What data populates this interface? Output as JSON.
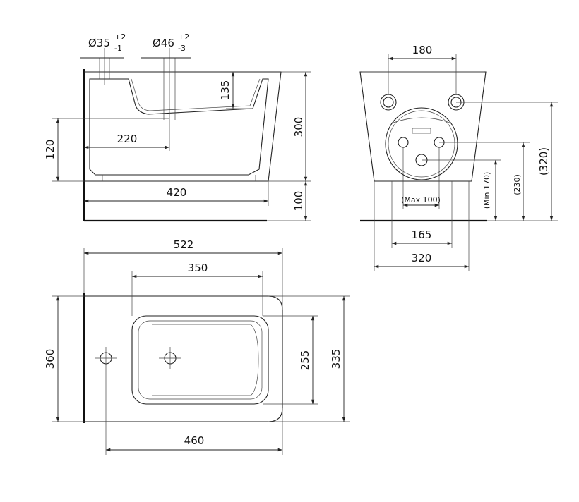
{
  "side_view": {
    "dia1": "Ø35",
    "dia1_tol_plus": "+2",
    "dia1_tol_minus": "-1",
    "dia2": "Ø46",
    "dia2_tol_plus": "+2",
    "dia2_tol_minus": "-3",
    "d135": "135",
    "d300": "300",
    "d120": "120",
    "d220": "220",
    "d420": "420",
    "d100": "100"
  },
  "front_view": {
    "d180": "180",
    "d320_height": "(320)",
    "d230": "(230)",
    "min170": "(Min 170)",
    "max100": "(Max 100)",
    "d165": "165",
    "d320_width": "320"
  },
  "top_view": {
    "d522": "522",
    "d350": "350",
    "d360": "360",
    "d255": "255",
    "d335": "335",
    "d460": "460"
  }
}
